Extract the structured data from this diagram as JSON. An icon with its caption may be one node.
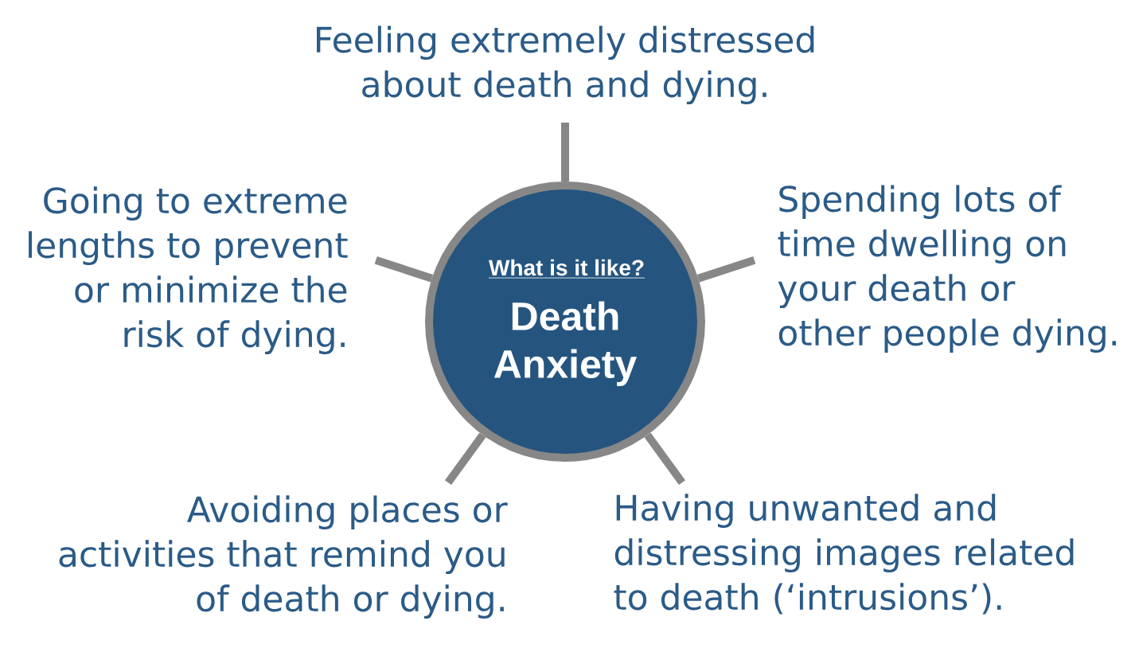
{
  "diagram": {
    "nodes": [
      {
        "text": [
          "Feeling extremely distressed about death and dying."
        ]
      },
      {
        "text": [
          "Going to extreme lengths to prevent or minimize the risk of dying."
        ]
      },
      {
        "text": [
          "What is it like?",
          "Death Anxiety"
        ]
      },
      {
        "text": [
          "Spending lots of time dwelling on your death or other people dying."
        ]
      },
      {
        "text": [
          "Avoiding places or activities that remind you of death or dying."
        ]
      },
      {
        "text": [
          "Having unwanted and distressing images related to death (‘intrusions’)."
        ]
      }
    ],
    "edges": [
      {
        "from": 2,
        "to": 0,
        "arrow": "none"
      },
      {
        "from": 2,
        "to": 1,
        "arrow": "none"
      },
      {
        "from": 2,
        "to": 3,
        "arrow": "none"
      },
      {
        "from": 2,
        "to": 4,
        "arrow": "none"
      },
      {
        "from": 2,
        "to": 5,
        "arrow": "none"
      }
    ]
  }
}
